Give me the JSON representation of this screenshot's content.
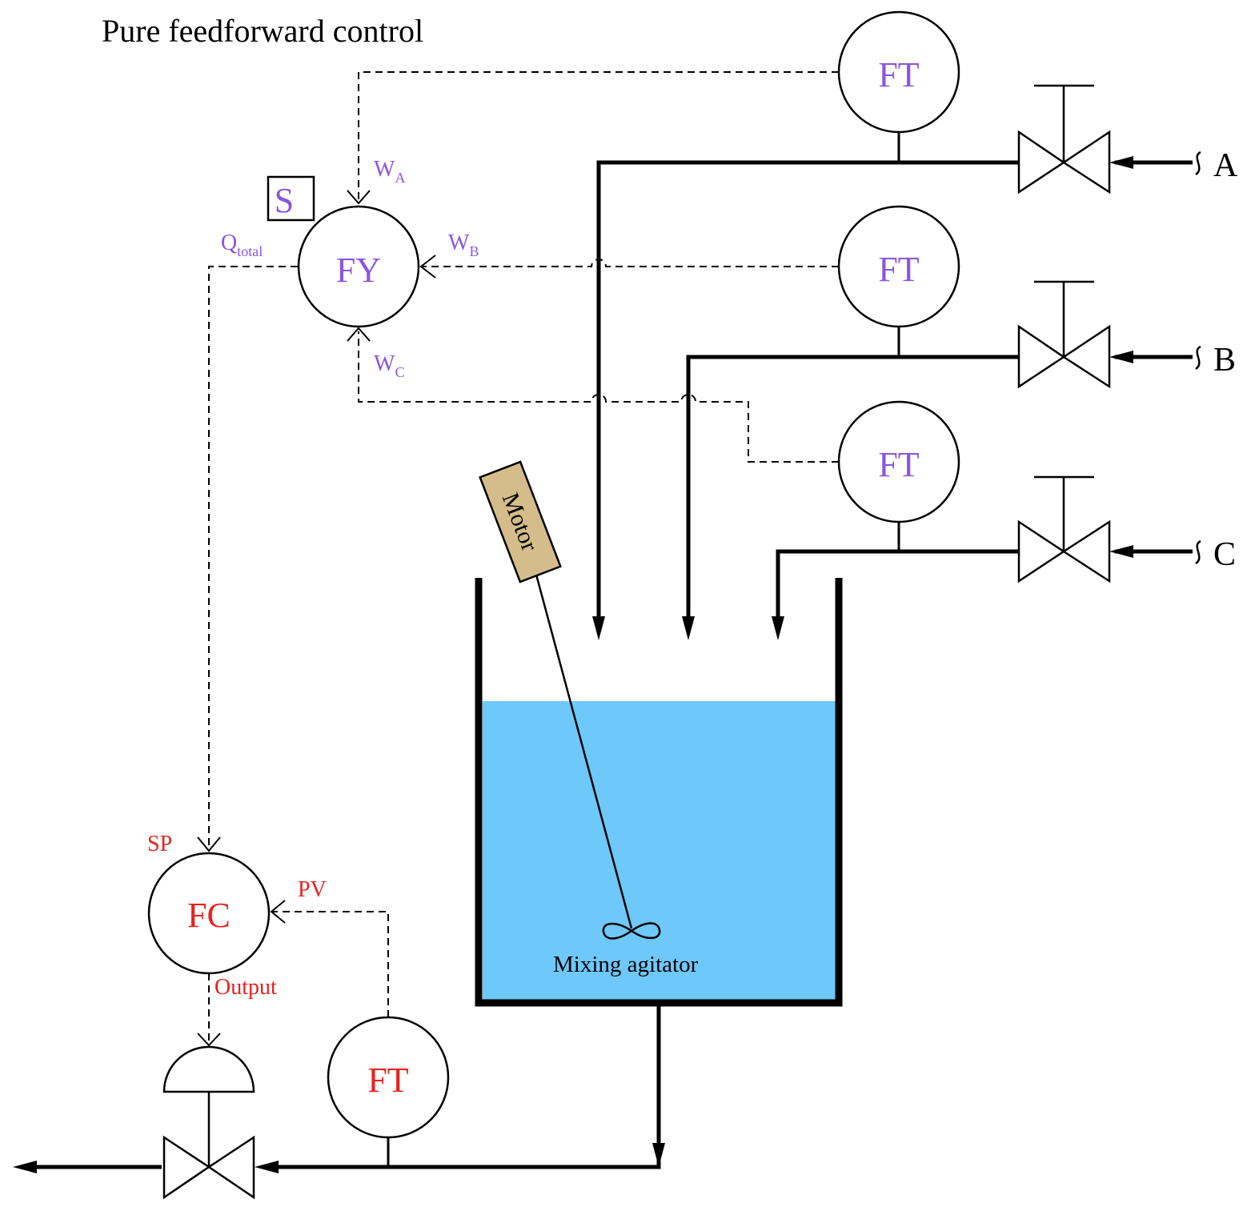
{
  "title": "Pure feedforward control",
  "colors": {
    "ff": "#8a55e0",
    "fb": "#e8231c",
    "line": "#000000",
    "liquid": "#6ec8fa",
    "motor": "#d4bd8a"
  },
  "instruments": {
    "ft_a": "FT",
    "ft_b": "FT",
    "ft_c": "FT",
    "fy": "FY",
    "fy_func": "S",
    "fc": "FC",
    "ft_out": "FT"
  },
  "signals": {
    "wa": {
      "main": "W",
      "sub": "A"
    },
    "wb": {
      "main": "W",
      "sub": "B"
    },
    "wc": {
      "main": "W",
      "sub": "C"
    },
    "q": {
      "main": "Q",
      "sub": "total"
    },
    "sp": "SP",
    "pv": "PV",
    "output": "Output"
  },
  "streams": {
    "a": "A",
    "b": "B",
    "c": "C"
  },
  "motor": "Motor",
  "agitator": "Mixing agitator"
}
